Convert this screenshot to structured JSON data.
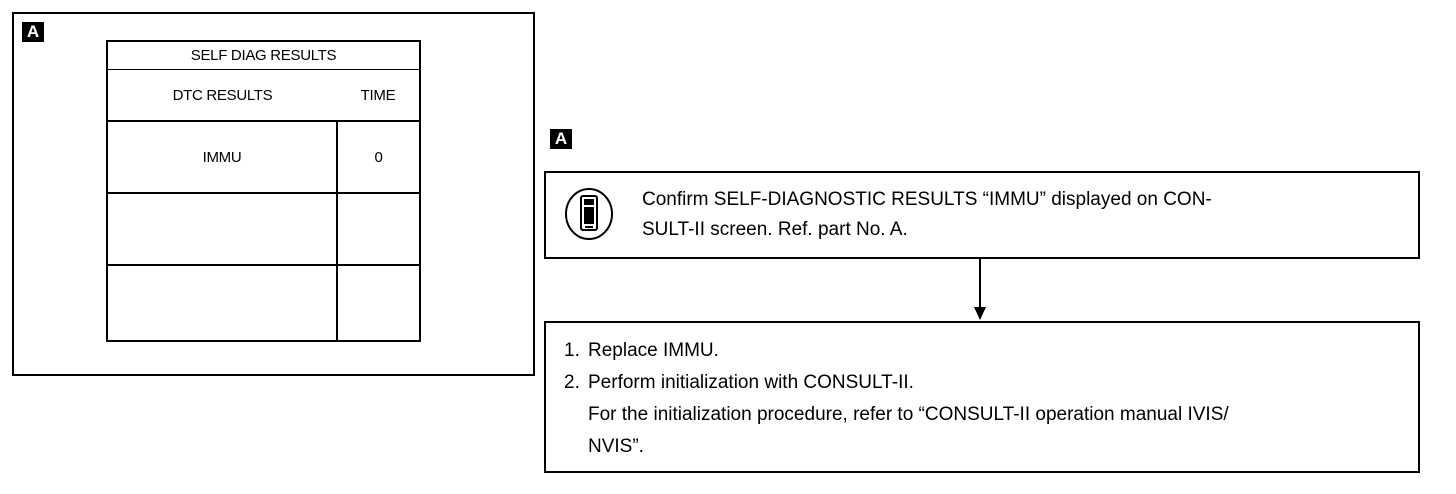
{
  "screen_panel": {
    "tag": "A",
    "table": {
      "title": "SELF DIAG RESULTS",
      "columns": [
        "DTC RESULTS",
        "TIME"
      ],
      "rows": [
        {
          "dtc": "IMMU",
          "time": "0"
        },
        {
          "dtc": "",
          "time": ""
        },
        {
          "dtc": "",
          "time": ""
        }
      ]
    }
  },
  "flow": {
    "tag": "A",
    "confirm": {
      "icon": "consult-tester-icon",
      "line1": "Confirm SELF-DIAGNOSTIC RESULTS “IMMU” displayed on CON-",
      "line2": "SULT-II screen. Ref. part No. A."
    },
    "actions": {
      "step1_num": "1.",
      "step1": "Replace IMMU.",
      "step2_num": "2.",
      "step2": "Perform initialization with CONSULT-II.",
      "step2_sub1": "For the initialization procedure, refer to “CONSULT-II operation manual IVIS/",
      "step2_sub2": "NVIS”."
    }
  }
}
